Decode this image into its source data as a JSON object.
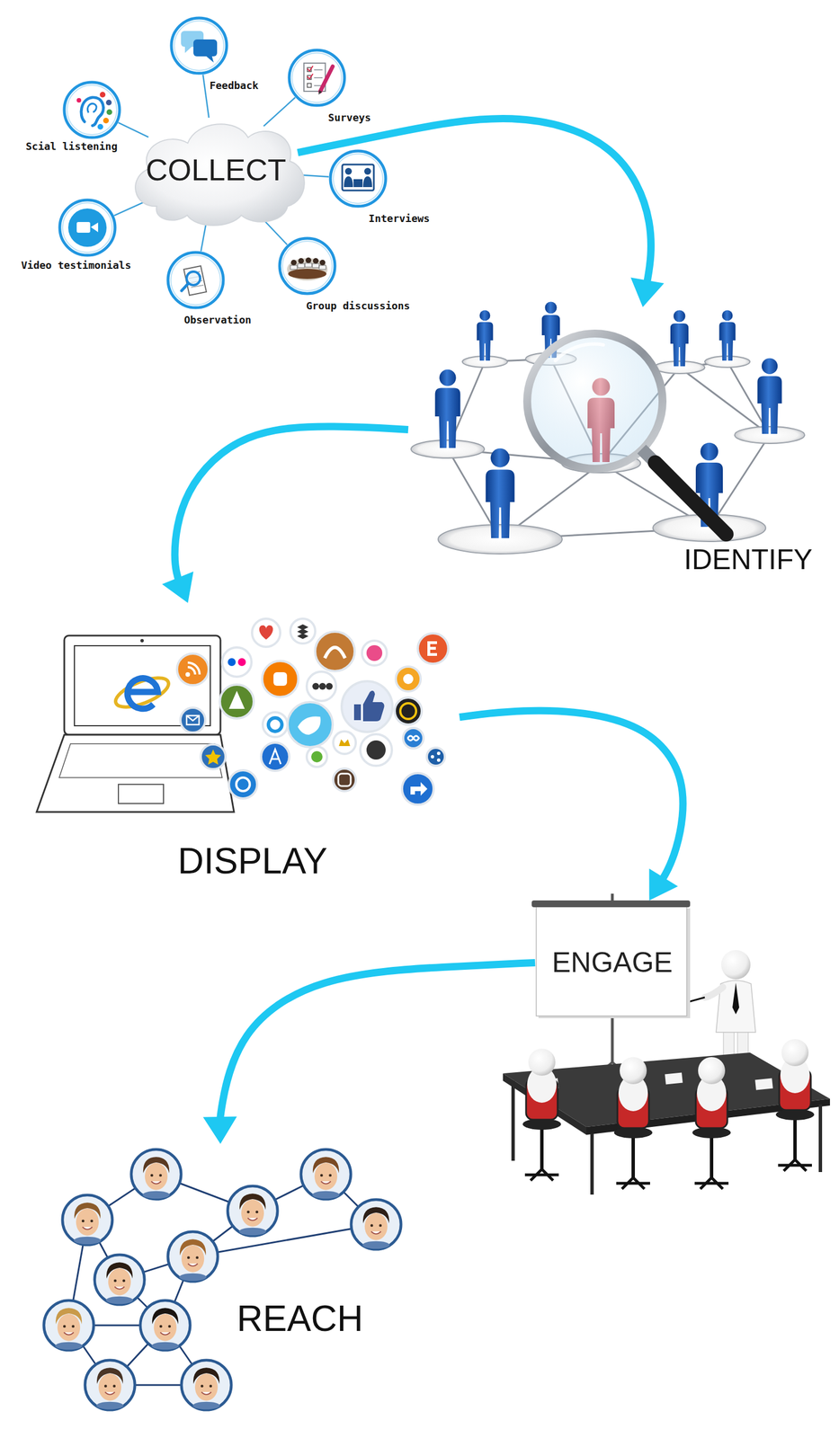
{
  "diagram": {
    "nodes": [
      {
        "text": [
          "COLLECT"
        ]
      },
      {
        "text": [
          "Feedback"
        ]
      },
      {
        "text": [
          "Surveys"
        ]
      },
      {
        "text": [
          "Interviews"
        ]
      },
      {
        "text": [
          "Group discussions"
        ]
      },
      {
        "text": [
          "Observation"
        ]
      },
      {
        "text": [
          "Video testimonials"
        ]
      },
      {
        "text": [
          "Scial listening"
        ]
      },
      {
        "text": [
          "IDENTIFY"
        ]
      },
      {
        "text": [
          "DISPLAY"
        ]
      },
      {
        "text": [
          "ENGAGE"
        ]
      },
      {
        "text": [
          "REACH"
        ]
      }
    ],
    "edges": [
      {
        "from": 0,
        "to": 1,
        "arrow": "none"
      },
      {
        "from": 0,
        "to": 2,
        "arrow": "none"
      },
      {
        "from": 0,
        "to": 3,
        "arrow": "none"
      },
      {
        "from": 0,
        "to": 4,
        "arrow": "none"
      },
      {
        "from": 0,
        "to": 5,
        "arrow": "none"
      },
      {
        "from": 0,
        "to": 6,
        "arrow": "none"
      },
      {
        "from": 0,
        "to": 7,
        "arrow": "none"
      },
      {
        "from": 0,
        "to": 8,
        "arrow": "to"
      },
      {
        "from": 8,
        "to": 9,
        "arrow": "to"
      },
      {
        "from": 9,
        "to": 10,
        "arrow": "to"
      },
      {
        "from": 10,
        "to": 11,
        "arrow": "to"
      }
    ]
  }
}
